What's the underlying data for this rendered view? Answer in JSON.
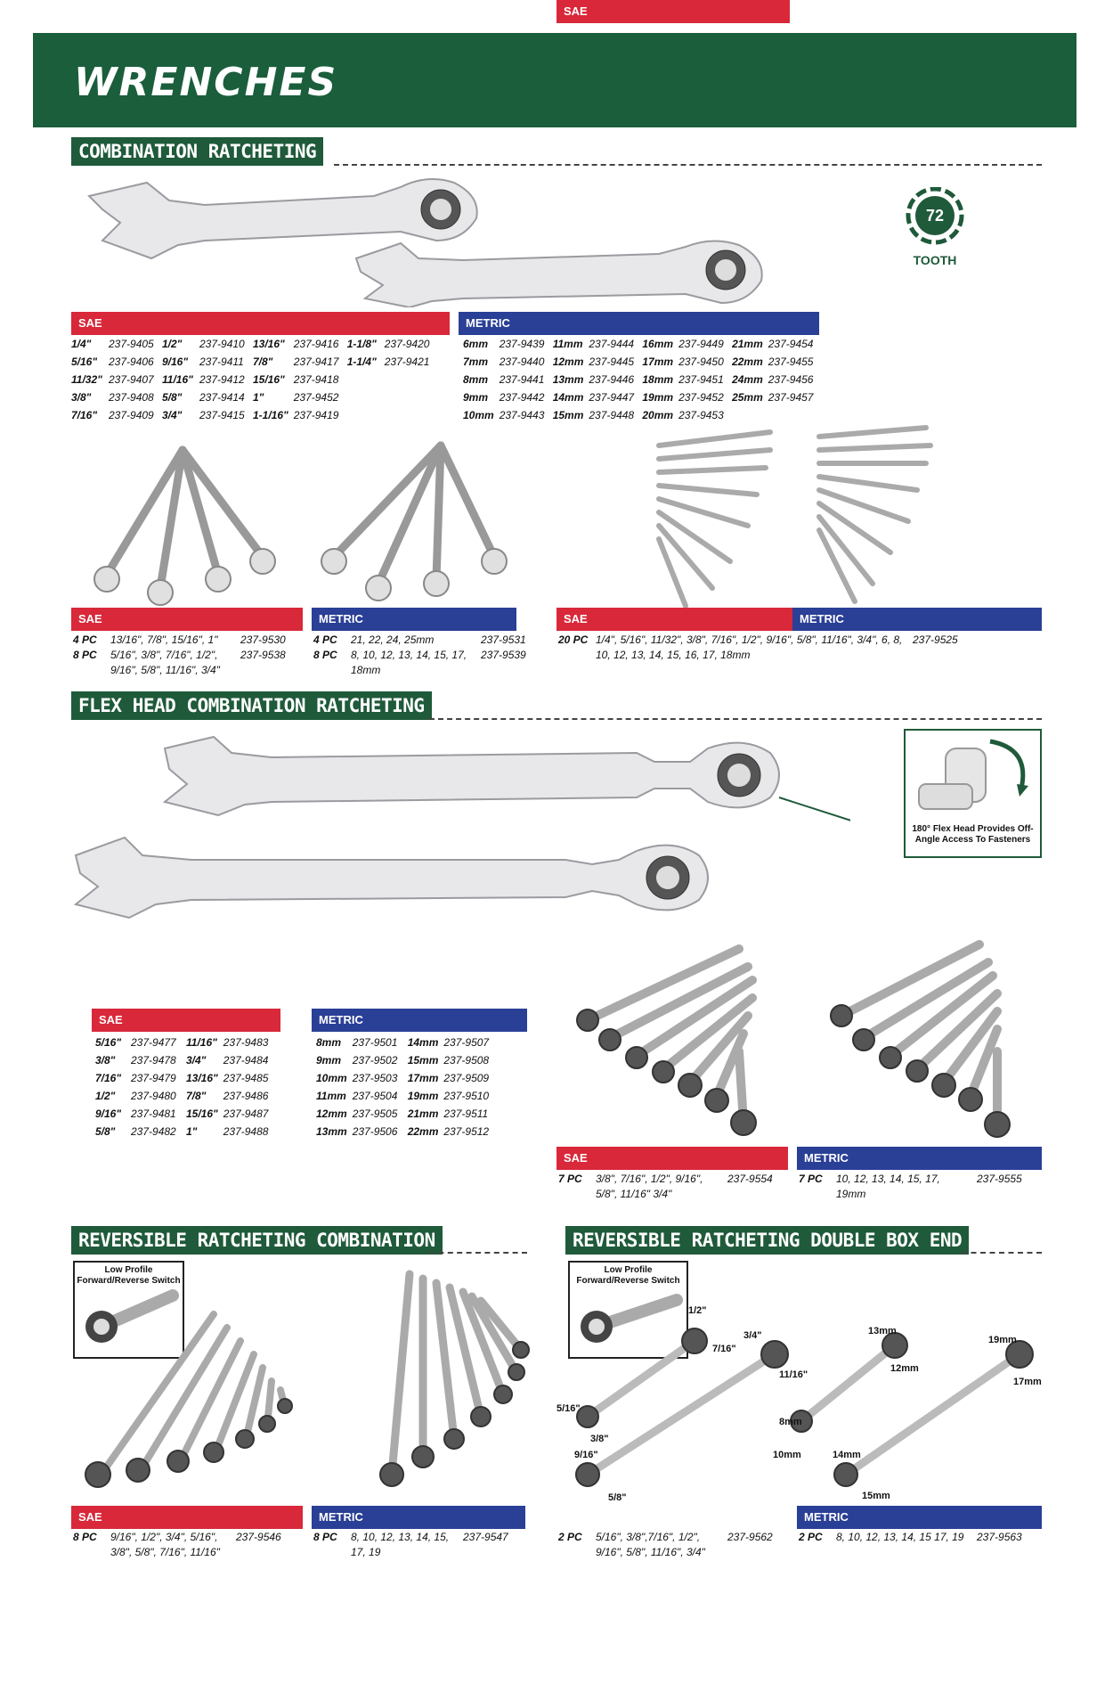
{
  "page_title": "WRENCHES",
  "sections": {
    "s1": "COMBINATION RATCHETING",
    "s2": "FLEX HEAD COMBINATION RATCHETING",
    "s3": "REVERSIBLE RATCHETING COMBINATION",
    "s4": "REVERSIBLE RATCHETING DOUBLE BOX END"
  },
  "badge": {
    "number": "72",
    "label": "TOOTH"
  },
  "labels": {
    "sae": "SAE",
    "metric": "METRIC"
  },
  "s1_sae": [
    [
      "1/4\"",
      "237-9405",
      "1/2\"",
      "237-9410",
      "13/16\"",
      "237-9416",
      "1-1/8\"",
      "237-9420"
    ],
    [
      "5/16\"",
      "237-9406",
      "9/16\"",
      "237-9411",
      "7/8\"",
      "237-9417",
      "1-1/4\"",
      "237-9421"
    ],
    [
      "11/32\"",
      "237-9407",
      "11/16\"",
      "237-9412",
      "15/16\"",
      "237-9418",
      "",
      ""
    ],
    [
      "3/8\"",
      "237-9408",
      "5/8\"",
      "237-9414",
      "1\"",
      "237-9452",
      "",
      ""
    ],
    [
      "7/16\"",
      "237-9409",
      "3/4\"",
      "237-9415",
      "1-1/16\"",
      "237-9419",
      "",
      ""
    ]
  ],
  "s1_metric": [
    [
      "6mm",
      "237-9439",
      "11mm",
      "237-9444",
      "16mm",
      "237-9449",
      "21mm",
      "237-9454"
    ],
    [
      "7mm",
      "237-9440",
      "12mm",
      "237-9445",
      "17mm",
      "237-9450",
      "22mm",
      "237-9455"
    ],
    [
      "8mm",
      "237-9441",
      "13mm",
      "237-9446",
      "18mm",
      "237-9451",
      "24mm",
      "237-9456"
    ],
    [
      "9mm",
      "237-9442",
      "14mm",
      "237-9447",
      "19mm",
      "237-9452",
      "25mm",
      "237-9457"
    ],
    [
      "10mm",
      "237-9443",
      "15mm",
      "237-9448",
      "20mm",
      "237-9453",
      "",
      ""
    ]
  ],
  "s1_sets": {
    "sae": [
      [
        "4 PC",
        "13/16\", 7/8\", 15/16\", 1\"",
        "237-9530"
      ],
      [
        "8 PC",
        "5/16\", 3/8\", 7/16\", 1/2\", 9/16\", 5/8\", 11/16\", 3/4\"",
        "237-9538"
      ]
    ],
    "metric": [
      [
        "4 PC",
        "21, 22, 24, 25mm",
        "237-9531"
      ],
      [
        "8 PC",
        "8, 10, 12, 13, 14, 15, 17, 18mm",
        "237-9539"
      ]
    ],
    "combo": [
      [
        "20 PC",
        "1/4\", 5/16\", 11/32\", 3/8\", 7/16\", 1/2\", 9/16\", 5/8\", 11/16\", 3/4\", 6, 8, 10, 12, 13, 14, 15, 16, 17, 18mm",
        "237-9525"
      ]
    ]
  },
  "flex_callout": "180° Flex Head Provides Off-Angle Access To Fasteners",
  "s2_sae": [
    [
      "5/16\"",
      "237-9477",
      "11/16\"",
      "237-9483"
    ],
    [
      "3/8\"",
      "237-9478",
      "3/4\"",
      "237-9484"
    ],
    [
      "7/16\"",
      "237-9479",
      "13/16\"",
      "237-9485"
    ],
    [
      "1/2\"",
      "237-9480",
      "7/8\"",
      "237-9486"
    ],
    [
      "9/16\"",
      "237-9481",
      "15/16\"",
      "237-9487"
    ],
    [
      "5/8\"",
      "237-9482",
      "1\"",
      "237-9488"
    ]
  ],
  "s2_metric": [
    [
      "8mm",
      "237-9501",
      "14mm",
      "237-9507"
    ],
    [
      "9mm",
      "237-9502",
      "15mm",
      "237-9508"
    ],
    [
      "10mm",
      "237-9503",
      "17mm",
      "237-9509"
    ],
    [
      "11mm",
      "237-9504",
      "19mm",
      "237-9510"
    ],
    [
      "12mm",
      "237-9505",
      "21mm",
      "237-9511"
    ],
    [
      "13mm",
      "237-9506",
      "22mm",
      "237-9512"
    ]
  ],
  "s2_sets": {
    "sae": [
      "7 PC",
      "3/8\", 7/16\", 1/2\", 9/16\", 5/8\", 11/16\" 3/4\"",
      "237-9554"
    ],
    "metric": [
      "7 PC",
      "10, 12, 13, 14, 15, 17, 19mm",
      "237-9555"
    ]
  },
  "switch_callout": "Low Profile Forward/Reverse Switch",
  "s3_sets": {
    "sae": [
      "8 PC",
      "9/16\", 1/2\", 3/4\", 5/16\", 3/8\", 5/8\", 7/16\", 11/16\"",
      "237-9546"
    ],
    "metric": [
      "8 PC",
      "8, 10, 12, 13, 14, 15, 17, 19",
      "237-9547"
    ]
  },
  "s4_sets": {
    "sae": [
      "2 PC",
      "5/16\", 3/8\",7/16\", 1/2\", 9/16\", 5/8\", 11/16\", 3/4\"",
      "237-9562"
    ],
    "metric": [
      "2 PC",
      "8, 10, 12, 13, 14, 15 17, 19",
      "237-9563"
    ]
  },
  "s4_sizes": {
    "a": [
      "1/2\"",
      "3/4\"",
      "7/16\"",
      "11/16\"",
      "5/16\"",
      "3/8\"",
      "9/16\"",
      "5/8\""
    ],
    "b": [
      "13mm",
      "12mm",
      "19mm",
      "17mm",
      "8mm",
      "10mm",
      "14mm",
      "15mm"
    ]
  }
}
